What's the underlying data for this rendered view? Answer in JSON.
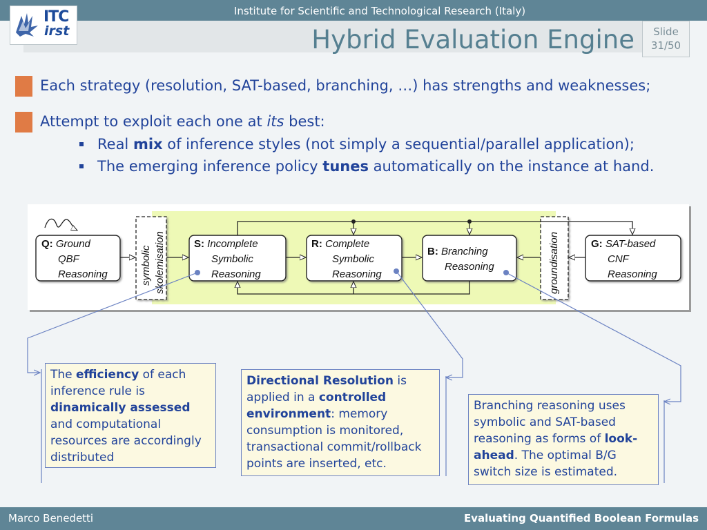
{
  "header": {
    "institute": "Institute for Scientific and Technological Research (Italy)",
    "title": "Hybrid Evaluation Engine",
    "slide_label": "Slide",
    "slide_number": "31/50",
    "logo": {
      "line1": "ITC",
      "line2": "irst"
    }
  },
  "bullets": [
    {
      "text": "Each strategy (resolution, SAT-based, branching, …) has strengths and weaknesses;"
    },
    {
      "pre": "Attempt to exploit each one at ",
      "em": "its",
      "post": " best:"
    }
  ],
  "sub_bullets": [
    {
      "pre": "Real ",
      "bold": "mix",
      "post": " of inference styles (not simply a sequential/parallel application);"
    },
    {
      "pre": "The emerging inference policy ",
      "bold": "tunes",
      "post": " automatically on the instance at hand."
    }
  ],
  "diagram": {
    "q": {
      "key": "Q:",
      "l1": "Ground",
      "l2": "QBF",
      "l3": "Reasoning"
    },
    "s": {
      "key": "S:",
      "l1": "Incomplete",
      "l2": "Symbolic",
      "l3": "Reasoning"
    },
    "r": {
      "key": "R:",
      "l1": "Complete",
      "l2": "Symbolic",
      "l3": "Reasoning"
    },
    "b": {
      "key": "B:",
      "l1": "Branching",
      "l2": "Reasoning"
    },
    "g": {
      "key": "G:",
      "l1": "SAT-based",
      "l2": "CNF",
      "l3": "Reasoning"
    },
    "sk1": "symbolic",
    "sk2": "skolemisation",
    "gr": "groundisation"
  },
  "callouts": {
    "c1": {
      "p1": "The ",
      "b1": "efficiency",
      "p2": " of each inference rule is ",
      "b2": "dinamically assessed",
      "p3": " and computational resources are accordingly distributed"
    },
    "c2": {
      "b1": "Directional Resolution",
      "p1": " is applied in a ",
      "b2": "controlled environment",
      "p2": ": memory consumption is monitored, transactional commit/rollback points are inserted, etc."
    },
    "c3": {
      "p1": "Branching reasoning uses symbolic and SAT-based reasoning as forms of ",
      "b1": "look-ahead",
      "p2": ". The optimal B/G switch size is estimated."
    }
  },
  "footer": {
    "author": "Marco Benedetti",
    "title": "Evaluating Quantified Boolean Formulas"
  },
  "colors": {
    "bar": "#5f8596",
    "accent": "#e07b45",
    "text": "#21439a",
    "callout_bg": "#fcf9e1",
    "diagram_band": "#eef9b6"
  }
}
